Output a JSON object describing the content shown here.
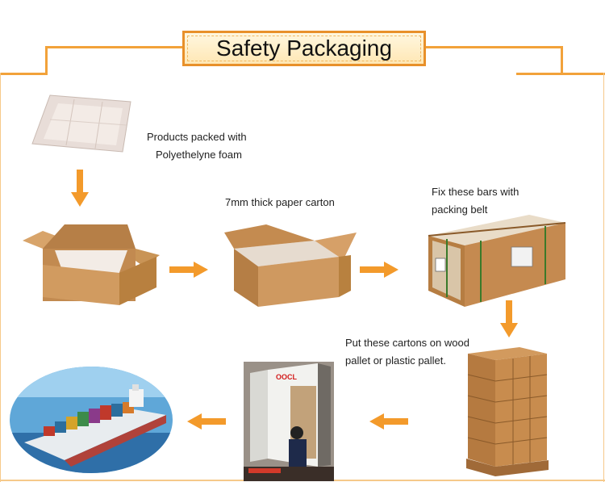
{
  "title": "Safety Packaging",
  "captions": {
    "foam": [
      "Products packed with",
      "Polyethelyne foam"
    ],
    "carton": "7mm thick paper carton",
    "bars": [
      "Fix these bars with",
      "packing belt"
    ],
    "pallet": [
      "Put these cartons on wood",
      "pallet or plastic pallet."
    ]
  },
  "container_logo": "OOCL",
  "colors": {
    "accent": "#f2a23a",
    "arrow": "#f39a2b",
    "cardboard": "#c8925a"
  }
}
